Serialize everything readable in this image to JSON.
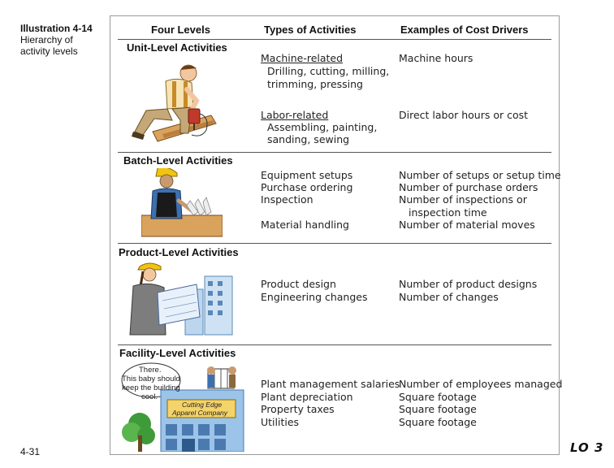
{
  "caption": {
    "title": "Illustration 4-14",
    "line1": "Hierarchy of",
    "line2": "activity levels"
  },
  "page_number": "4-31",
  "lo_label": "LO 3",
  "headers": {
    "col1": "Four Levels",
    "col2": "Types of Activities",
    "col3": "Examples of Cost Drivers"
  },
  "unit": {
    "title": "Unit-Level Activities",
    "machine_heading": "Machine-related",
    "machine_line1": "Drilling, cutting, milling,",
    "machine_line2": "trimming, pressing",
    "machine_driver": "Machine hours",
    "labor_heading": "Labor-related",
    "labor_line1": "Assembling, painting,",
    "labor_line2": "sanding, sewing",
    "labor_driver": "Direct labor hours or cost"
  },
  "batch": {
    "title": "Batch-Level Activities",
    "activities": [
      "Equipment setups",
      "Purchase ordering",
      "Inspection",
      "Material handling"
    ],
    "drivers": [
      "Number of setups or setup time",
      "Number of purchase orders",
      "Number of inspections or",
      "inspection time",
      "Number of material moves"
    ]
  },
  "product": {
    "title": "Product-Level Activities",
    "activities": [
      "Product design",
      "Engineering changes"
    ],
    "drivers": [
      "Number of product designs",
      "Number of changes"
    ]
  },
  "facility": {
    "title": "Facility-Level Activities",
    "speech1": "There.",
    "speech2": "This baby should",
    "speech3": "keep the building",
    "speech4": "cool.",
    "sign1": "Cutting Edge",
    "sign2": "Apparel Company",
    "activities": [
      "Plant management salaries",
      "Plant depreciation",
      "Property taxes",
      "Utilities"
    ],
    "drivers": [
      "Number of employees managed",
      "Square footage",
      "Square footage",
      "Square footage"
    ]
  }
}
